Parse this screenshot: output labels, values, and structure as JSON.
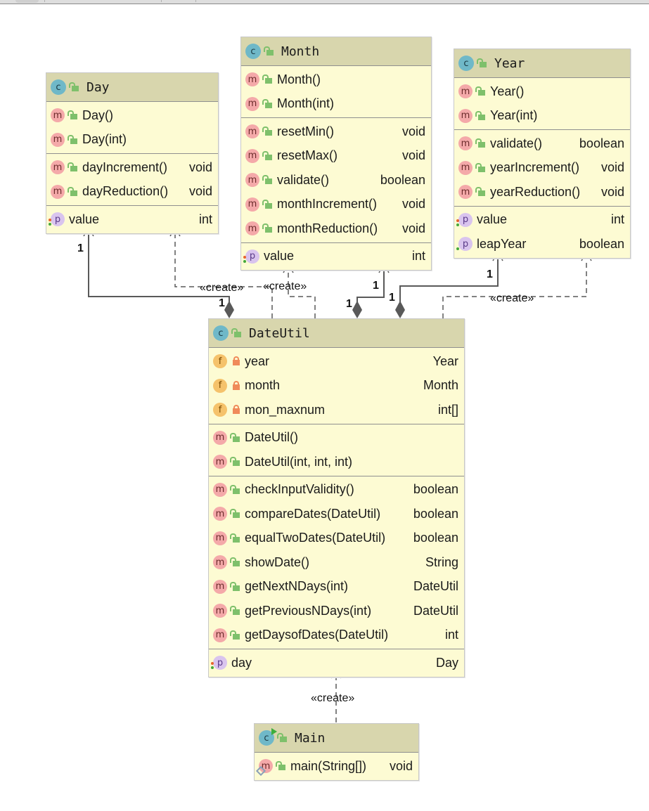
{
  "diagram": {
    "type": "uml-class-diagram",
    "stereotype_label": "«create»",
    "multiplicity": "1"
  },
  "classes": {
    "day": {
      "name": "Day",
      "constructors": [
        {
          "label": "Day()",
          "type": ""
        },
        {
          "label": "Day(int)",
          "type": ""
        }
      ],
      "methods": [
        {
          "label": "dayIncrement()",
          "type": "void"
        },
        {
          "label": "dayReduction()",
          "type": "void"
        }
      ],
      "properties": [
        {
          "label": "value",
          "type": "int"
        }
      ]
    },
    "month": {
      "name": "Month",
      "constructors": [
        {
          "label": "Month()",
          "type": ""
        },
        {
          "label": "Month(int)",
          "type": ""
        }
      ],
      "methods": [
        {
          "label": "resetMin()",
          "type": "void"
        },
        {
          "label": "resetMax()",
          "type": "void"
        },
        {
          "label": "validate()",
          "type": "boolean"
        },
        {
          "label": "monthIncrement()",
          "type": "void"
        },
        {
          "label": "monthReduction()",
          "type": "void"
        }
      ],
      "properties": [
        {
          "label": "value",
          "type": "int"
        }
      ]
    },
    "year": {
      "name": "Year",
      "constructors": [
        {
          "label": "Year()",
          "type": ""
        },
        {
          "label": "Year(int)",
          "type": ""
        }
      ],
      "methods": [
        {
          "label": "validate()",
          "type": "boolean"
        },
        {
          "label": "yearIncrement()",
          "type": "void"
        },
        {
          "label": "yearReduction()",
          "type": "void"
        }
      ],
      "properties": [
        {
          "label": "value",
          "type": "int"
        },
        {
          "label": "leapYear",
          "type": "boolean"
        }
      ]
    },
    "dateutil": {
      "name": "DateUtil",
      "fields": [
        {
          "label": "year",
          "type": "Year"
        },
        {
          "label": "month",
          "type": "Month"
        },
        {
          "label": "mon_maxnum",
          "type": "int[]"
        }
      ],
      "constructors": [
        {
          "label": "DateUtil()",
          "type": ""
        },
        {
          "label": "DateUtil(int, int, int)",
          "type": ""
        }
      ],
      "methods": [
        {
          "label": "checkInputValidity()",
          "type": "boolean"
        },
        {
          "label": "compareDates(DateUtil)",
          "type": "boolean"
        },
        {
          "label": "equalTwoDates(DateUtil)",
          "type": "boolean"
        },
        {
          "label": "showDate()",
          "type": "String"
        },
        {
          "label": "getNextNDays(int)",
          "type": "DateUtil"
        },
        {
          "label": "getPreviousNDays(int)",
          "type": "DateUtil"
        },
        {
          "label": "getDaysofDates(DateUtil)",
          "type": "int"
        }
      ],
      "properties": [
        {
          "label": "day",
          "type": "Day"
        }
      ]
    },
    "main": {
      "name": "Main",
      "methods": [
        {
          "label": "main(String[])",
          "type": "void"
        }
      ]
    }
  },
  "icons": {
    "class": "c",
    "method": "m",
    "field": "f",
    "property": "p"
  },
  "colors": {
    "header_bg": "#d8d6ad",
    "body_bg": "#fdfbd3",
    "class_icon": "#6fb8c8",
    "method_icon": "#f4a9a9",
    "field_icon": "#f5c26b",
    "property_icon": "#d9c4ee",
    "public_lock": "#7ec06b",
    "private_lock": "#f08a5a",
    "edge": "#595959"
  }
}
